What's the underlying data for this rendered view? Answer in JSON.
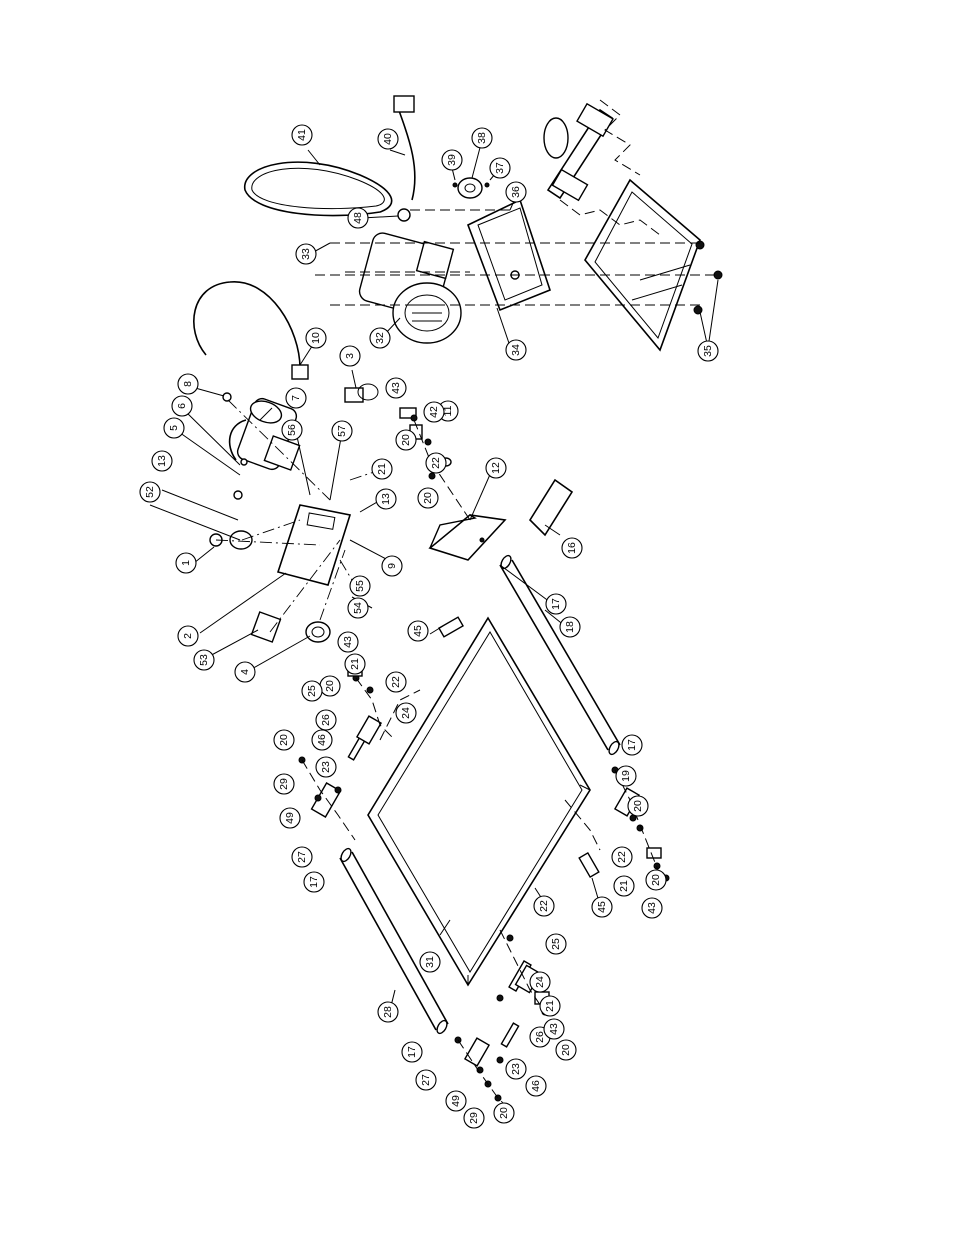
{
  "diagram": {
    "rotation_deg": -90,
    "callouts": [
      {
        "label": "1"
      },
      {
        "label": "2"
      },
      {
        "label": "3"
      },
      {
        "label": "4"
      },
      {
        "label": "5"
      },
      {
        "label": "6"
      },
      {
        "label": "7"
      },
      {
        "label": "8"
      },
      {
        "label": "9"
      },
      {
        "label": "10"
      },
      {
        "label": "11"
      },
      {
        "label": "12"
      },
      {
        "label": "13"
      },
      {
        "label": "13"
      },
      {
        "label": "16"
      },
      {
        "label": "17"
      },
      {
        "label": "17"
      },
      {
        "label": "17"
      },
      {
        "label": "17"
      },
      {
        "label": "18"
      },
      {
        "label": "19"
      },
      {
        "label": "20"
      },
      {
        "label": "20"
      },
      {
        "label": "20"
      },
      {
        "label": "20"
      },
      {
        "label": "20"
      },
      {
        "label": "20"
      },
      {
        "label": "20"
      },
      {
        "label": "20"
      },
      {
        "label": "21"
      },
      {
        "label": "21"
      },
      {
        "label": "21"
      },
      {
        "label": "21"
      },
      {
        "label": "22"
      },
      {
        "label": "22"
      },
      {
        "label": "22"
      },
      {
        "label": "22"
      },
      {
        "label": "23"
      },
      {
        "label": "23"
      },
      {
        "label": "24"
      },
      {
        "label": "24"
      },
      {
        "label": "25"
      },
      {
        "label": "25"
      },
      {
        "label": "26"
      },
      {
        "label": "26"
      },
      {
        "label": "27"
      },
      {
        "label": "27"
      },
      {
        "label": "28"
      },
      {
        "label": "29"
      },
      {
        "label": "29"
      },
      {
        "label": "31"
      },
      {
        "label": "32"
      },
      {
        "label": "33"
      },
      {
        "label": "34"
      },
      {
        "label": "35"
      },
      {
        "label": "36"
      },
      {
        "label": "37"
      },
      {
        "label": "38"
      },
      {
        "label": "39"
      },
      {
        "label": "40"
      },
      {
        "label": "41"
      },
      {
        "label": "42"
      },
      {
        "label": "43"
      },
      {
        "label": "43"
      },
      {
        "label": "43"
      },
      {
        "label": "43"
      },
      {
        "label": "45"
      },
      {
        "label": "45"
      },
      {
        "label": "46"
      },
      {
        "label": "46"
      },
      {
        "label": "48"
      },
      {
        "label": "49"
      },
      {
        "label": "49"
      },
      {
        "label": "52"
      },
      {
        "label": "53"
      },
      {
        "label": "54"
      },
      {
        "label": "55"
      },
      {
        "label": "56"
      },
      {
        "label": "57"
      }
    ]
  }
}
